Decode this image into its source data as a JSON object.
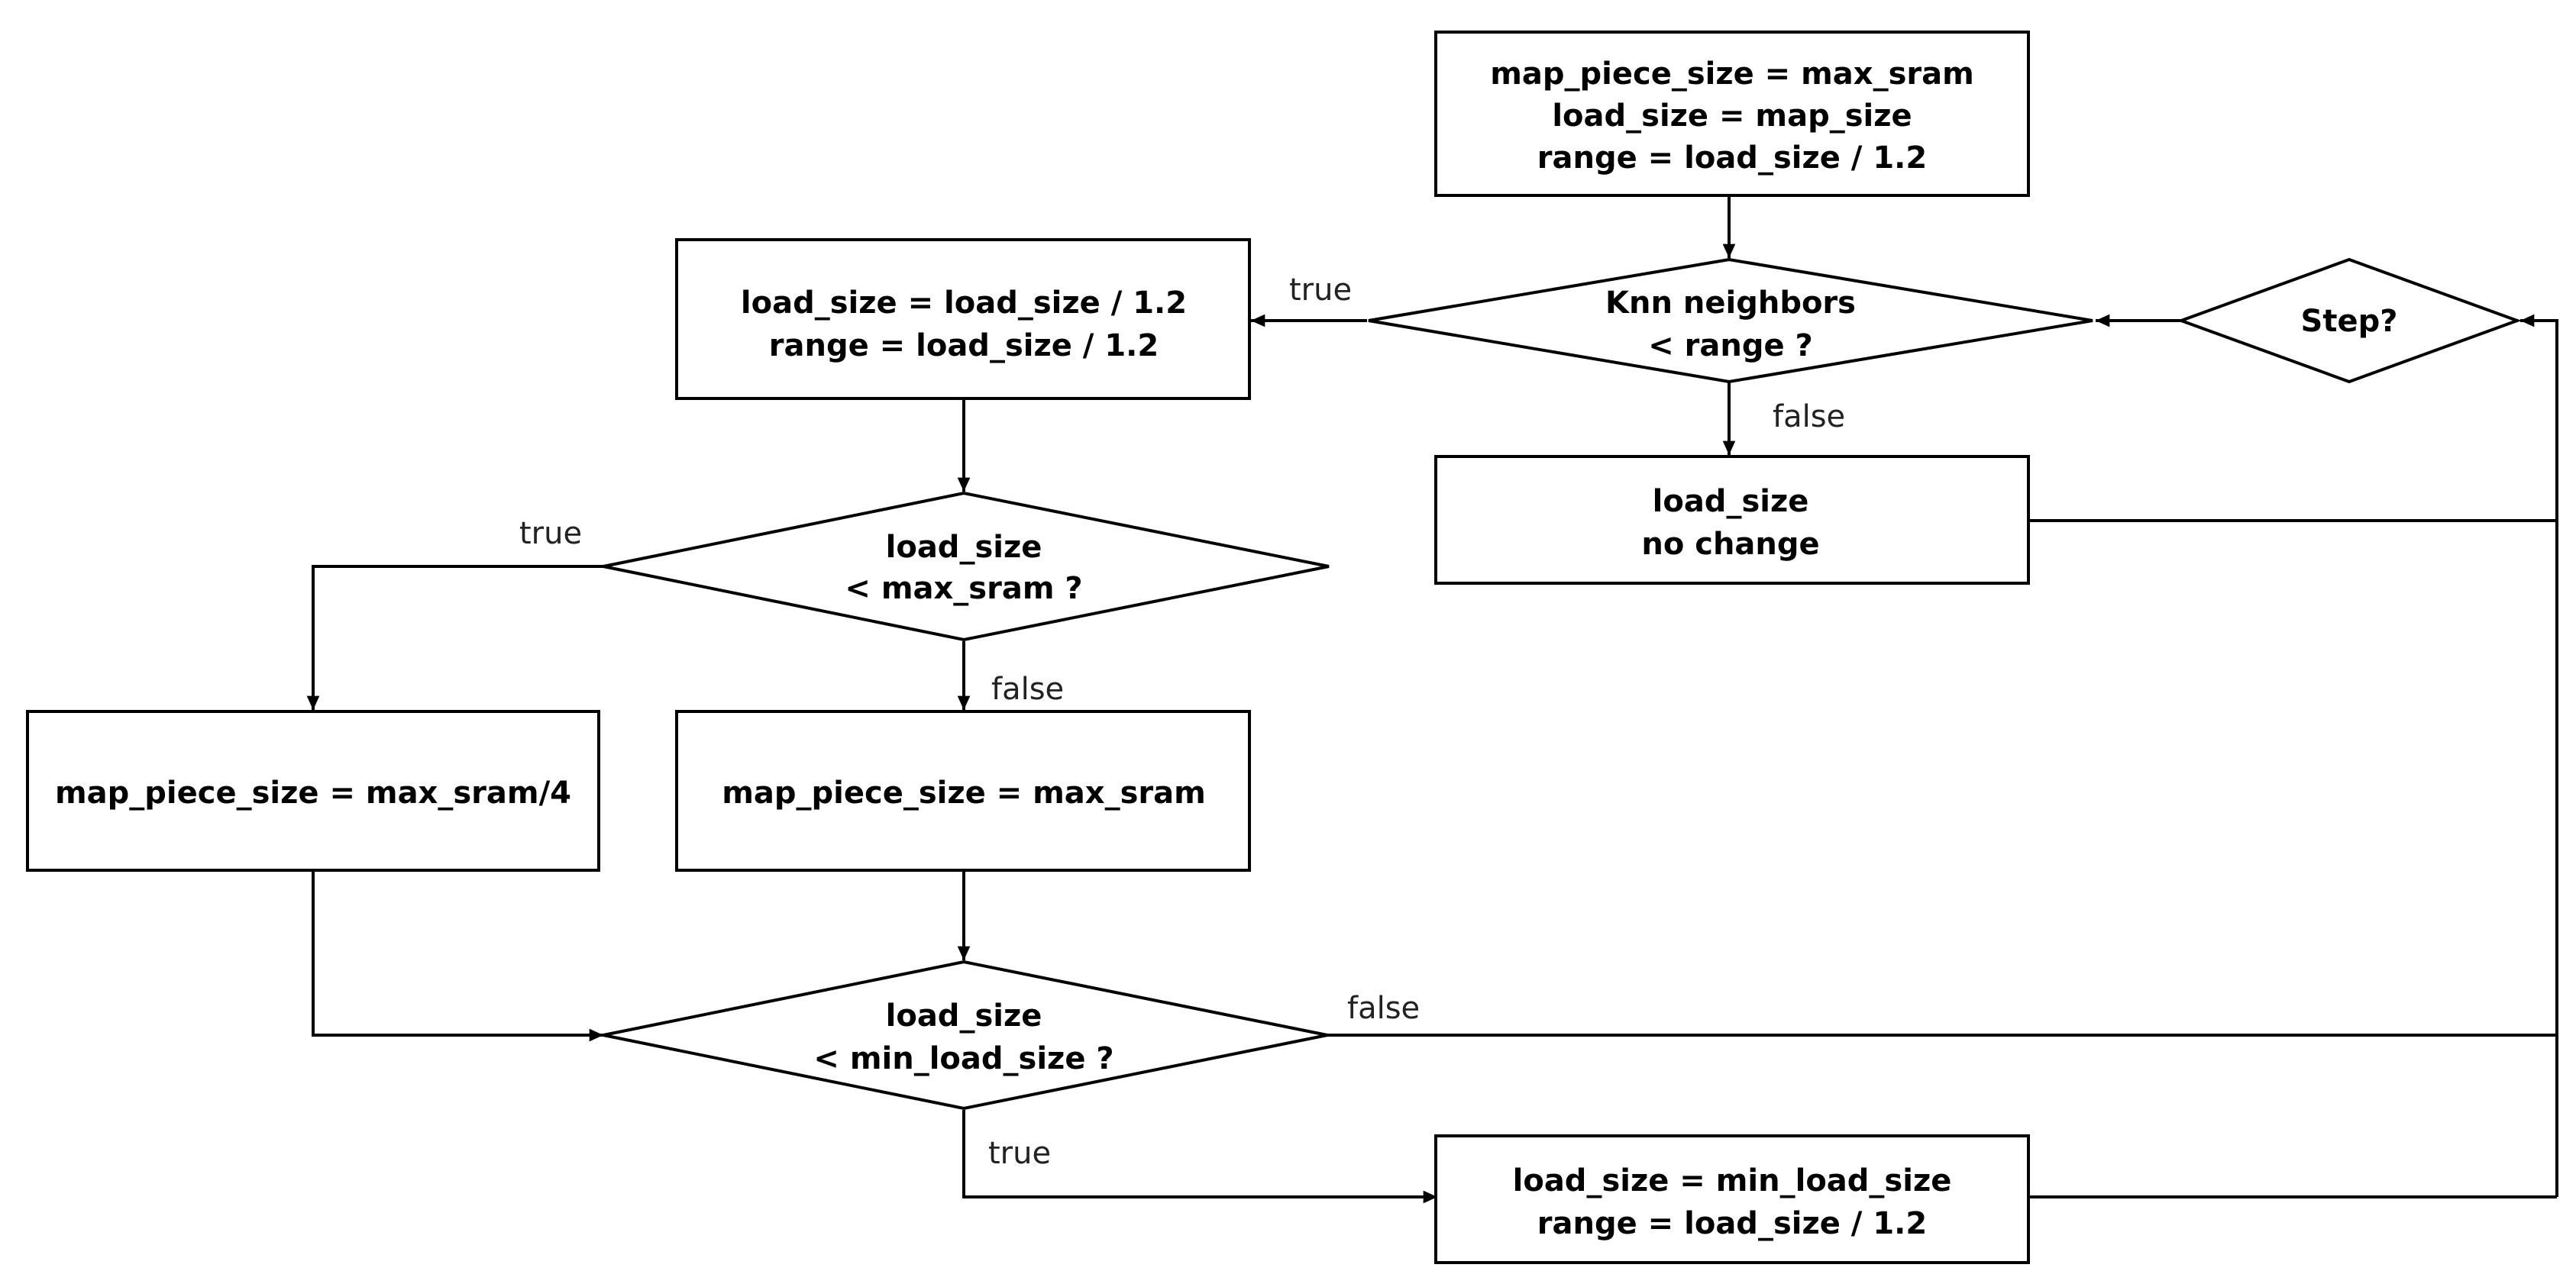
{
  "nodes": {
    "init": [
      "map_piece_size = max_sram",
      "load_size = map_size",
      "range = load_size / 1.2"
    ],
    "knn_check": [
      "Knn neighbors",
      "< range ?"
    ],
    "step": [
      "Step?"
    ],
    "shrink": [
      "load_size = load_size / 1.2",
      "range = load_size / 1.2"
    ],
    "no_change": [
      "load_size",
      "no change"
    ],
    "sram_check": [
      "load_size",
      "< max_sram ?"
    ],
    "piece_quarter": [
      "map_piece_size = max_sram/4"
    ],
    "piece_full": [
      "map_piece_size = max_sram"
    ],
    "min_check": [
      "load_size",
      "< min_load_size ?"
    ],
    "set_min": [
      "load_size = min_load_size",
      "range = load_size / 1.2"
    ]
  },
  "edge_labels": {
    "knn_true": "true",
    "knn_false": "false",
    "sram_true": "true",
    "sram_false": "false",
    "min_false": "false",
    "min_true": "true"
  }
}
